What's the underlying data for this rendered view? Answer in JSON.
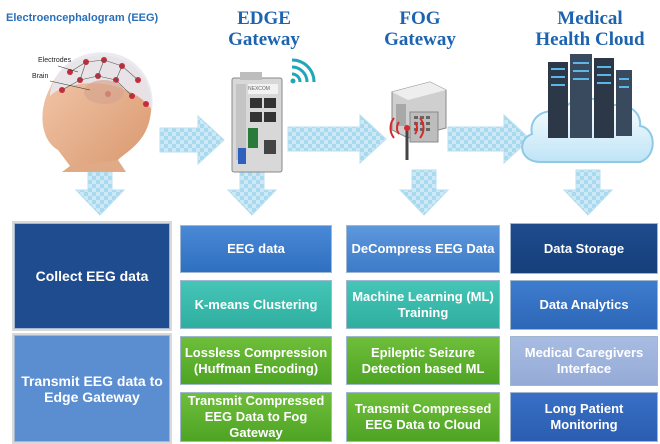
{
  "header": {
    "eeg_title": "Electroencephalogram (EEG)",
    "electrodes_label": "Electrodes",
    "brain_label": "Brain",
    "edge_title_1": "EDGE",
    "edge_title_2": "Gateway",
    "fog_title_1": "FOG",
    "fog_title_2": "Gateway",
    "cloud_title_1": "Medical",
    "cloud_title_2": "Health Cloud",
    "device_brand": "NEXCOM"
  },
  "columns": {
    "eeg": [
      "Collect EEG data",
      "Transmit EEG data to Edge Gateway"
    ],
    "edge": [
      "EEG data",
      "K-means Clustering",
      "Lossless Compression (Huffman Encoding)",
      "Transmit Compressed EEG Data to Fog Gateway"
    ],
    "fog": [
      "DeCompress EEG Data",
      "Machine Learning (ML) Training",
      "Epileptic Seizure Detection based ML",
      "Transmit Compressed EEG Data to Cloud"
    ],
    "cloud": [
      "Data Storage",
      "Data Analytics",
      "Medical Caregivers Interface",
      "Long Patient Monitoring"
    ]
  },
  "colors": {
    "title_blue": "#1c63b0",
    "arrow_fill": "#9fd4ea",
    "navy": "#1f4c8f",
    "teal": "#45c6b8",
    "green": "#6fbf3a"
  },
  "icons": [
    "head-with-eeg-cap-icon",
    "edge-gateway-device-icon",
    "wifi-signal-icon",
    "fog-server-icon",
    "antenna-tower-icon",
    "cloud-servers-icon"
  ]
}
